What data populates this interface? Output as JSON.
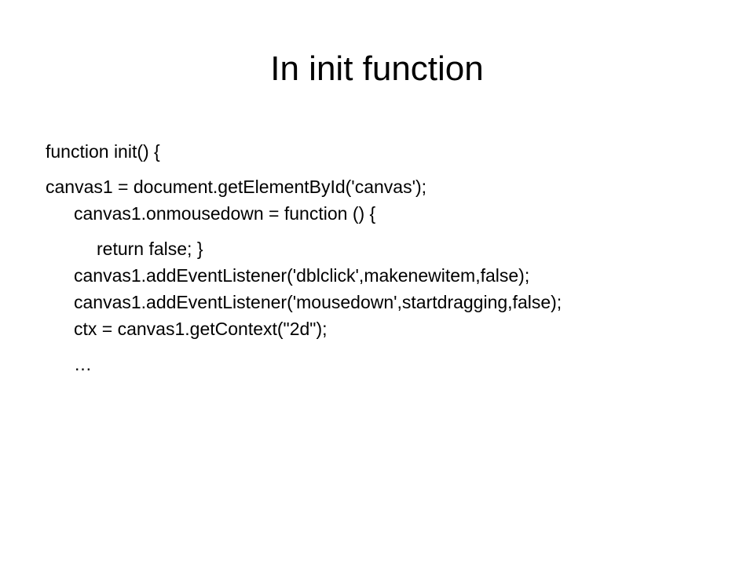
{
  "slide": {
    "title": "In init function",
    "code_lines": [
      "function init() {",
      "canvas1 = document.getElementById('canvas');",
      "canvas1.onmousedown = function () {",
      "return false; }",
      "canvas1.addEventListener('dblclick',makenewitem,false);",
      "canvas1.addEventListener('mousedown',startdragging,false);",
      "ctx = canvas1.getContext(\"2d\");",
      "…"
    ]
  }
}
